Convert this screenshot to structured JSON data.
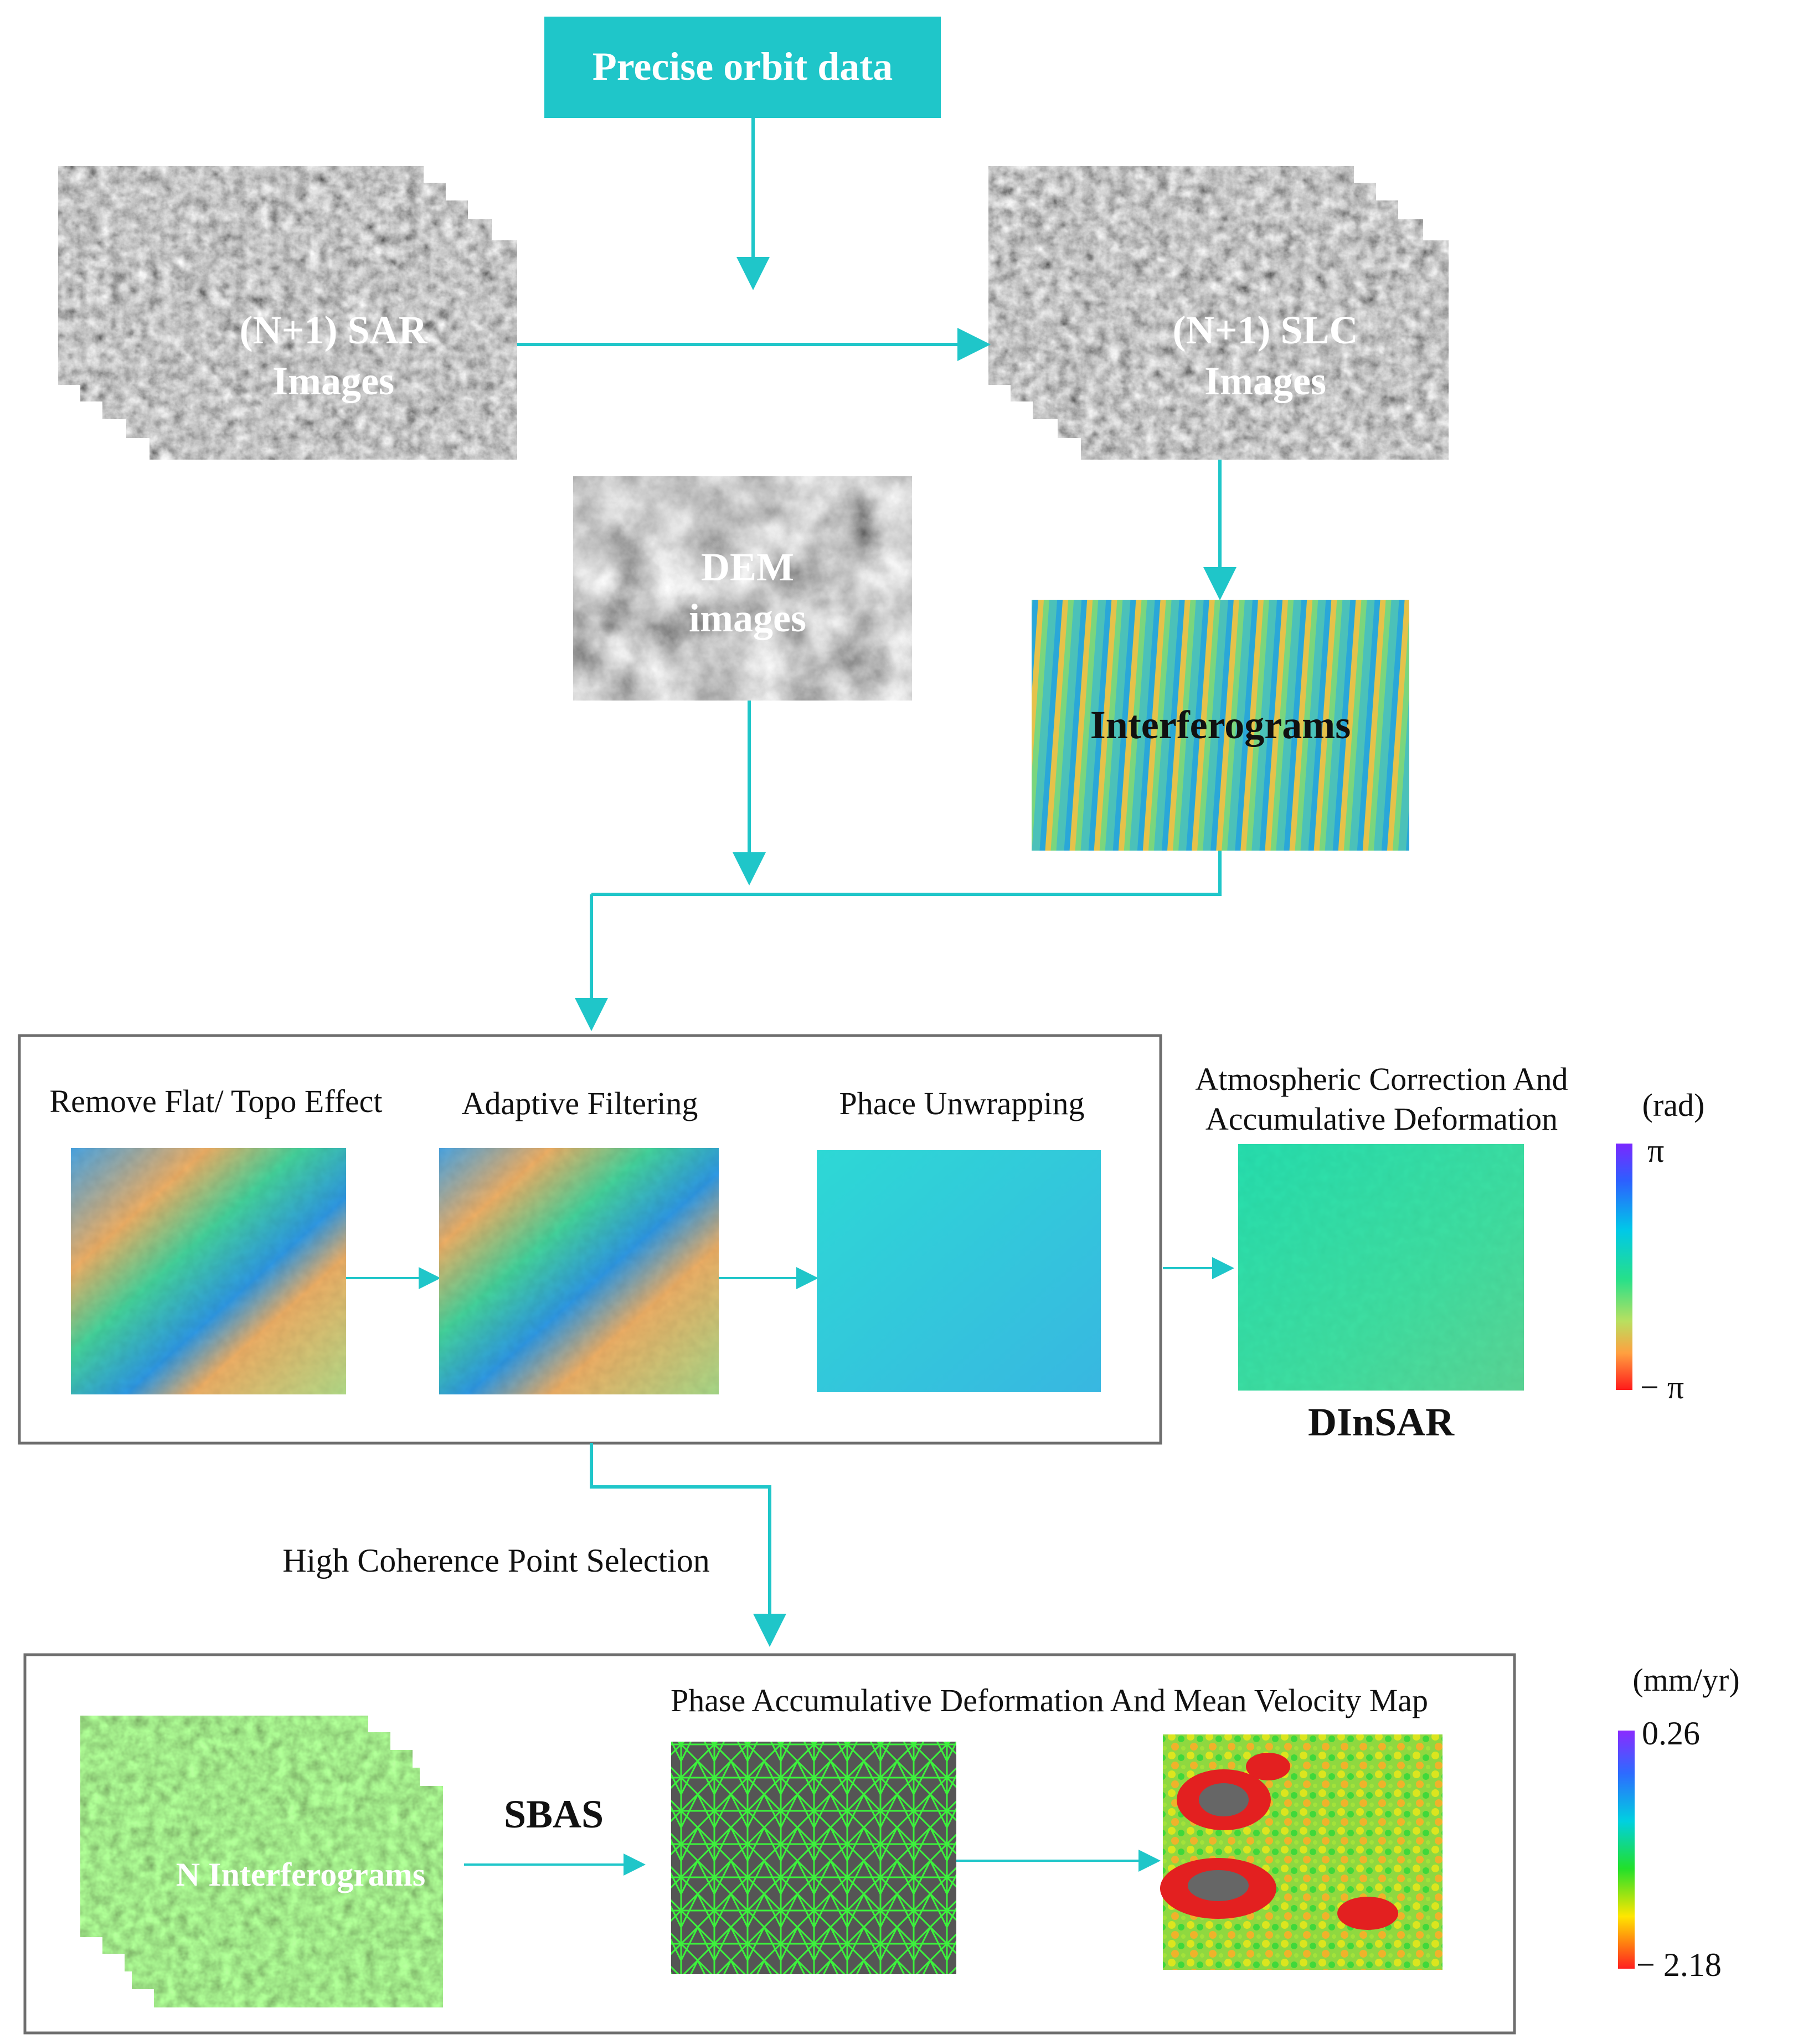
{
  "colors": {
    "accent": "#1fc6c9",
    "box_border": "#6e6e6e",
    "label_text": "#ffffff",
    "dark_text": "#111111"
  },
  "nodes": {
    "orbit": "Precise orbit data",
    "sar": {
      "line1": "(N+1) SAR",
      "line2": "Images"
    },
    "slc": {
      "line1": "(N+1) SLC",
      "line2": "Images"
    },
    "dem": {
      "line1": "DEM",
      "line2": "images"
    },
    "interferograms": "Interferograms"
  },
  "dinsar": {
    "step1": "Remove Flat/ Topo Effect",
    "step2": "Adaptive Filtering",
    "step3": "Phace Unwrapping",
    "step4_line1": "Atmospheric Correction And",
    "step4_line2": "Accumulative Deformation",
    "title": "DInSAR",
    "colorbar": {
      "unit": "(rad)",
      "max": "π",
      "min": "− π"
    }
  },
  "selection": "High Coherence Point Selection",
  "sbas": {
    "stack_label": "N Interferograms",
    "method": "SBAS",
    "output_title": "Phase Accumulative Deformation And Mean Velocity Map",
    "colorbar": {
      "unit": "(mm/yr)",
      "max": "0.26",
      "min": "− 2.18"
    }
  },
  "icons": [
    "sar-image-stack",
    "slc-image-stack",
    "dem-image",
    "interferogram-image",
    "velocity-map-image"
  ]
}
